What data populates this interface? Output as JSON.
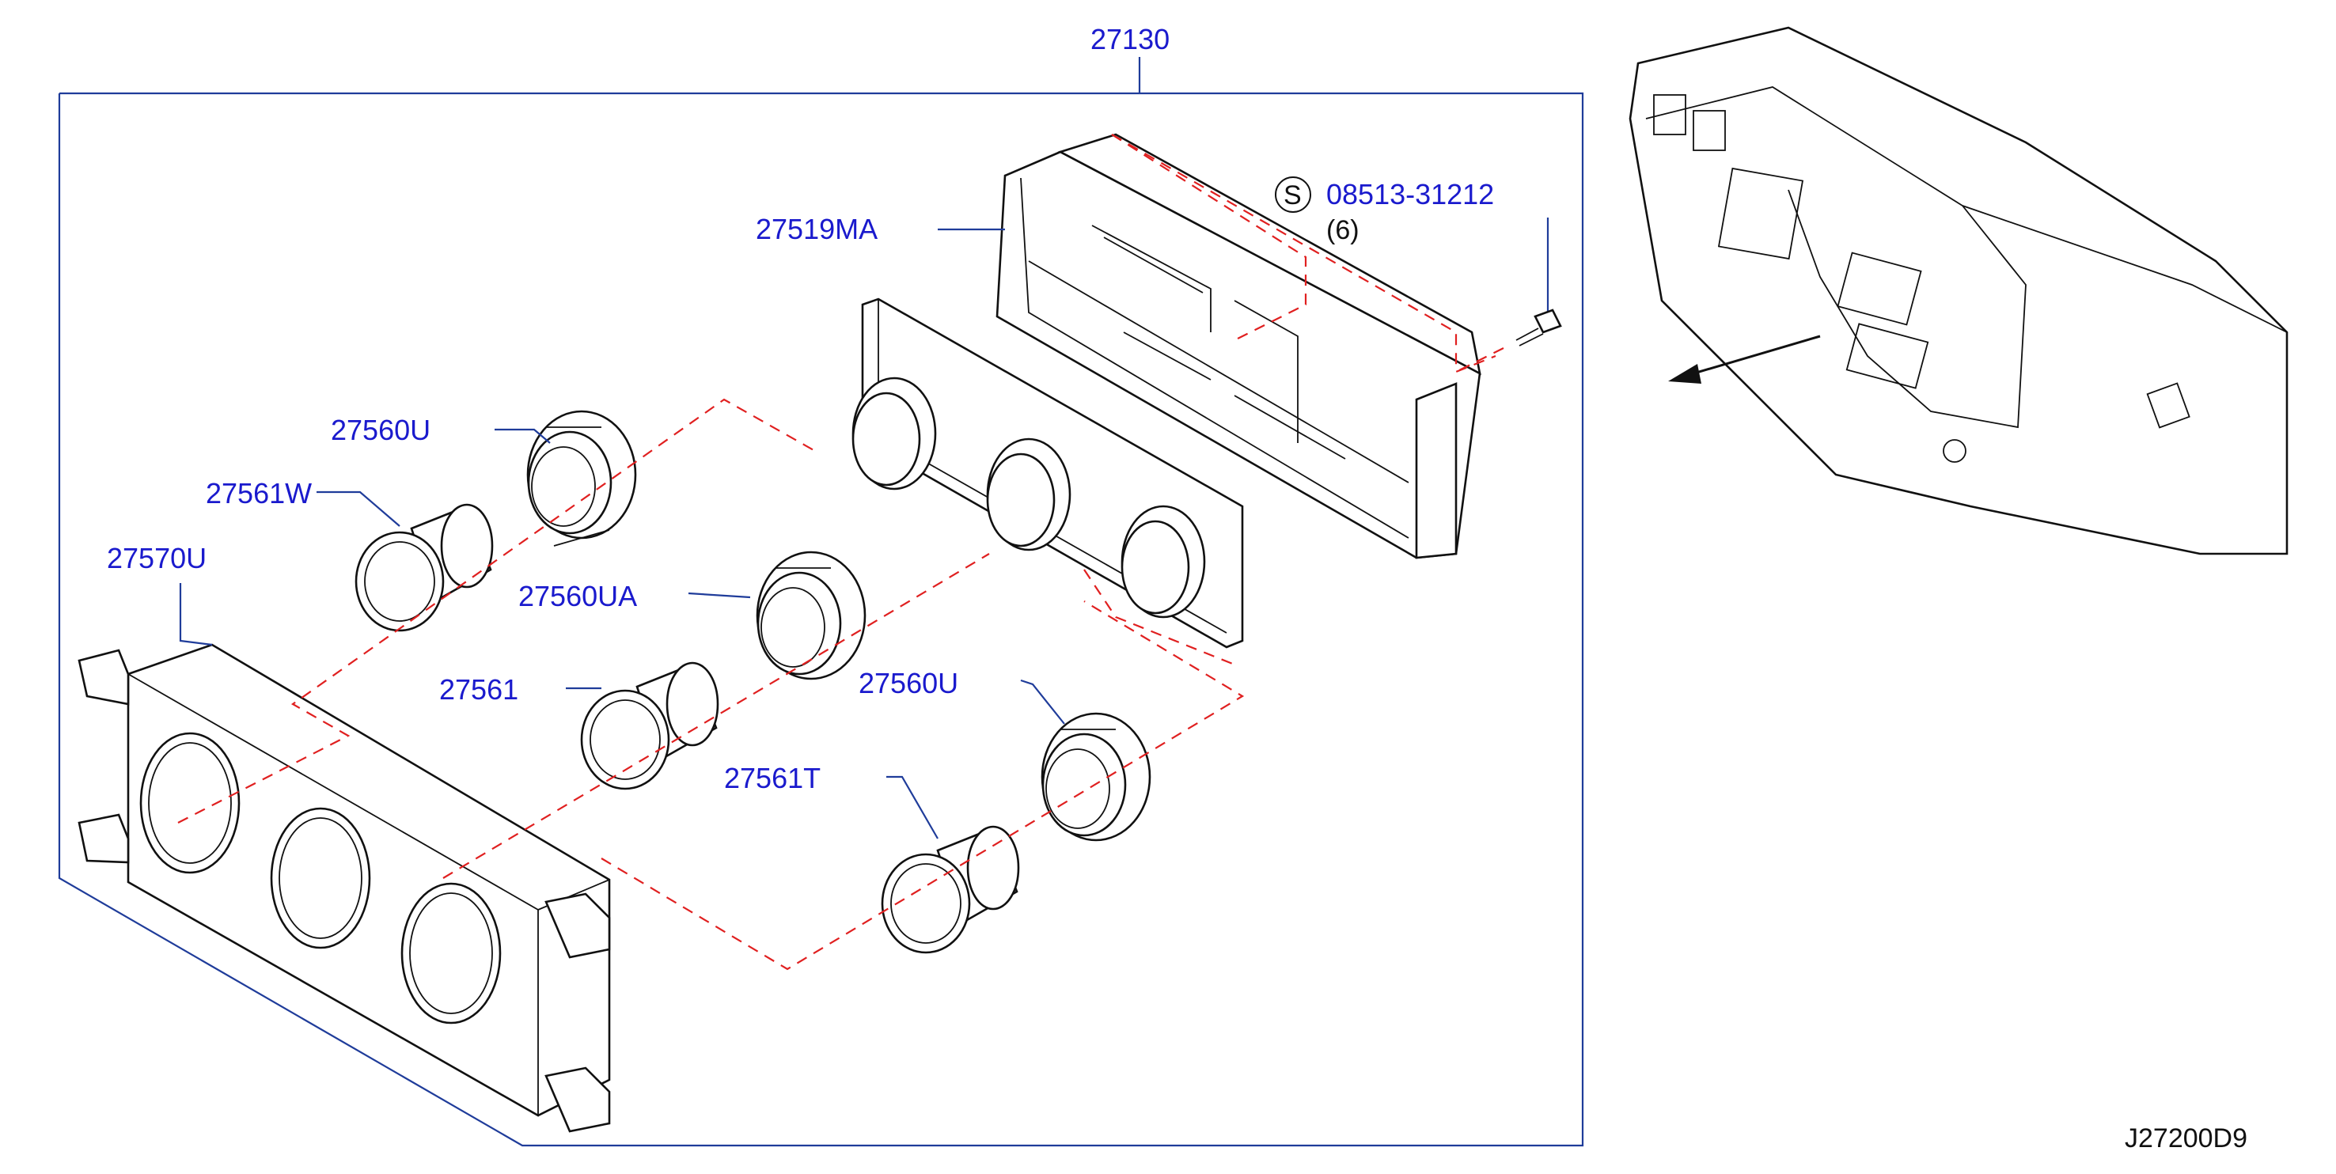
{
  "diagram": {
    "assembly_number": "27130",
    "drawing_code": "J27200D9",
    "callouts": {
      "control_panel": "27519MA",
      "screw_part": "08513-31212",
      "screw_qty": "(6)",
      "screw_symbol": "S",
      "knob_ring_left": "27560U",
      "knob_left": "27561W",
      "finisher": "27570U",
      "knob_ring_center": "27560UA",
      "knob_center": "27561",
      "knob_ring_right": "27560U",
      "knob_right": "27561T"
    }
  }
}
